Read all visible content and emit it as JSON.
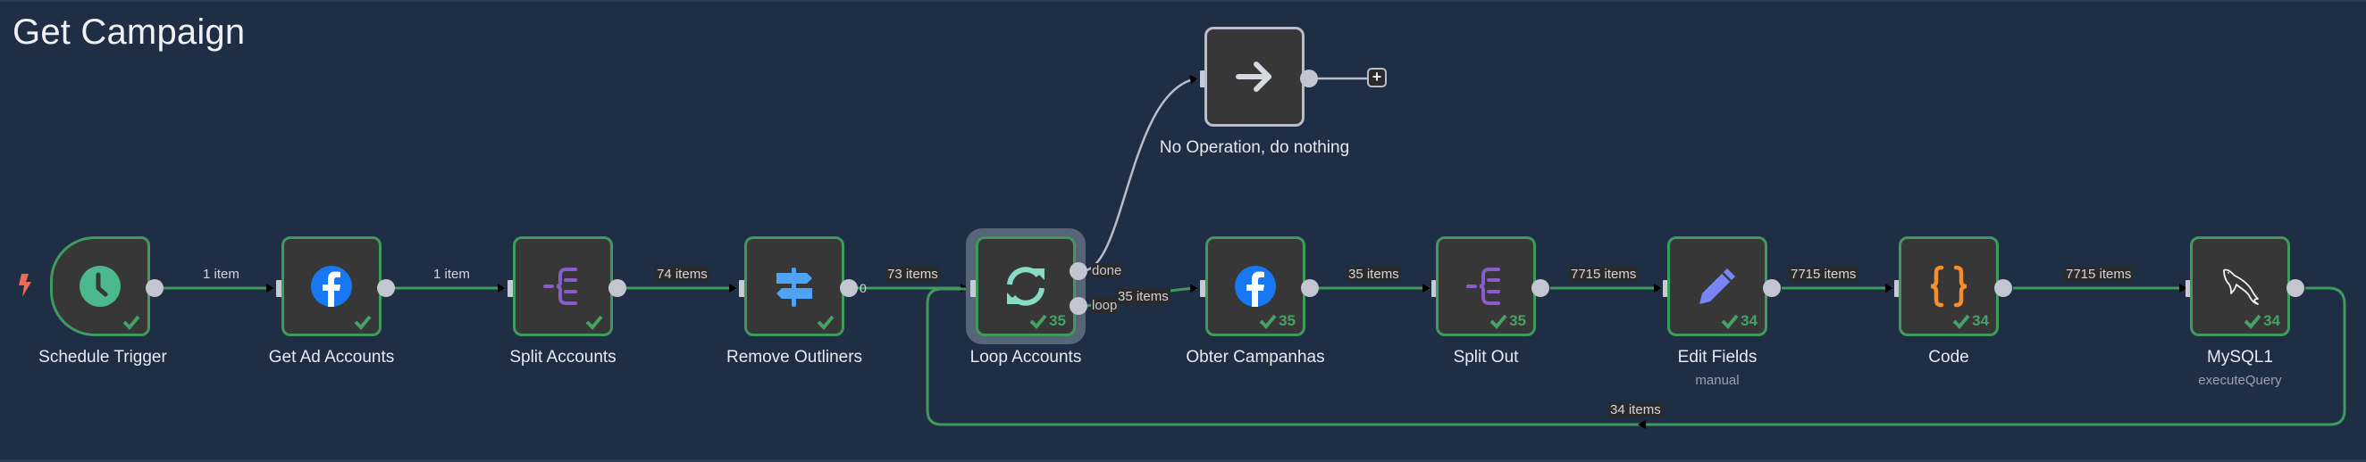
{
  "workflow": {
    "title": "Get Campaign"
  },
  "colors": {
    "background": "#1f2e45",
    "node_fill": "#373737",
    "success_green": "#3f9a5e",
    "idle_border": "#b8bccb",
    "schedule_icon": "#4cb88e",
    "facebook_blue": "#1877f2",
    "split_purple": "#8a5cc9",
    "filter_blue": "#4fa3f7",
    "loop_teal": "#86dcc5",
    "edit_indigo": "#7a85f5",
    "code_orange": "#f48f2b"
  },
  "nodes": {
    "schedule_trigger": {
      "name": "Schedule Trigger",
      "icon": "clock-icon",
      "status": "success",
      "count": ""
    },
    "get_ad_accounts": {
      "name": "Get Ad Accounts",
      "icon": "facebook-icon",
      "status": "success",
      "count": ""
    },
    "split_accounts": {
      "name": "Split Accounts",
      "icon": "split-out-icon",
      "status": "success",
      "count": ""
    },
    "remove_outliners": {
      "name": "Remove Outliners",
      "icon": "signpost-icon",
      "status": "success",
      "count": ""
    },
    "loop_accounts": {
      "name": "Loop Accounts",
      "icon": "loop-icon",
      "status": "success",
      "count": "35",
      "outputs": [
        "done",
        "loop"
      ]
    },
    "no_op": {
      "name": "No Operation, do nothing",
      "icon": "arrow-right-icon",
      "status": "idle",
      "count": ""
    },
    "obter_campanhas": {
      "name": "Obter Campanhas",
      "icon": "facebook-icon",
      "status": "success",
      "count": "35"
    },
    "split_out": {
      "name": "Split Out",
      "icon": "split-out-icon",
      "status": "success",
      "count": "35"
    },
    "edit_fields": {
      "name": "Edit Fields",
      "subtitle": "manual",
      "icon": "pencil-icon",
      "status": "success",
      "count": "34"
    },
    "code": {
      "name": "Code",
      "icon": "code-braces-icon",
      "status": "success",
      "count": "34"
    },
    "mysql1": {
      "name": "MySQL1",
      "subtitle": "executeQuery",
      "icon": "mysql-dolphin-icon",
      "status": "success",
      "count": "34"
    }
  },
  "edges": {
    "trigger_to_getad": "1 item",
    "getad_to_split": "1 item",
    "split_to_remove": "74 items",
    "remove_output_index": "0",
    "remove_to_loop": "73 items",
    "loop_to_obter": "35 items",
    "obter_to_splitout": "35 items",
    "splitout_to_edit": "7715 items",
    "edit_to_code": "7715 items",
    "code_to_mysql": "7715 items",
    "mysql_back_to_loop": "34 items"
  },
  "controls": {
    "add_node_symbol": "+"
  }
}
